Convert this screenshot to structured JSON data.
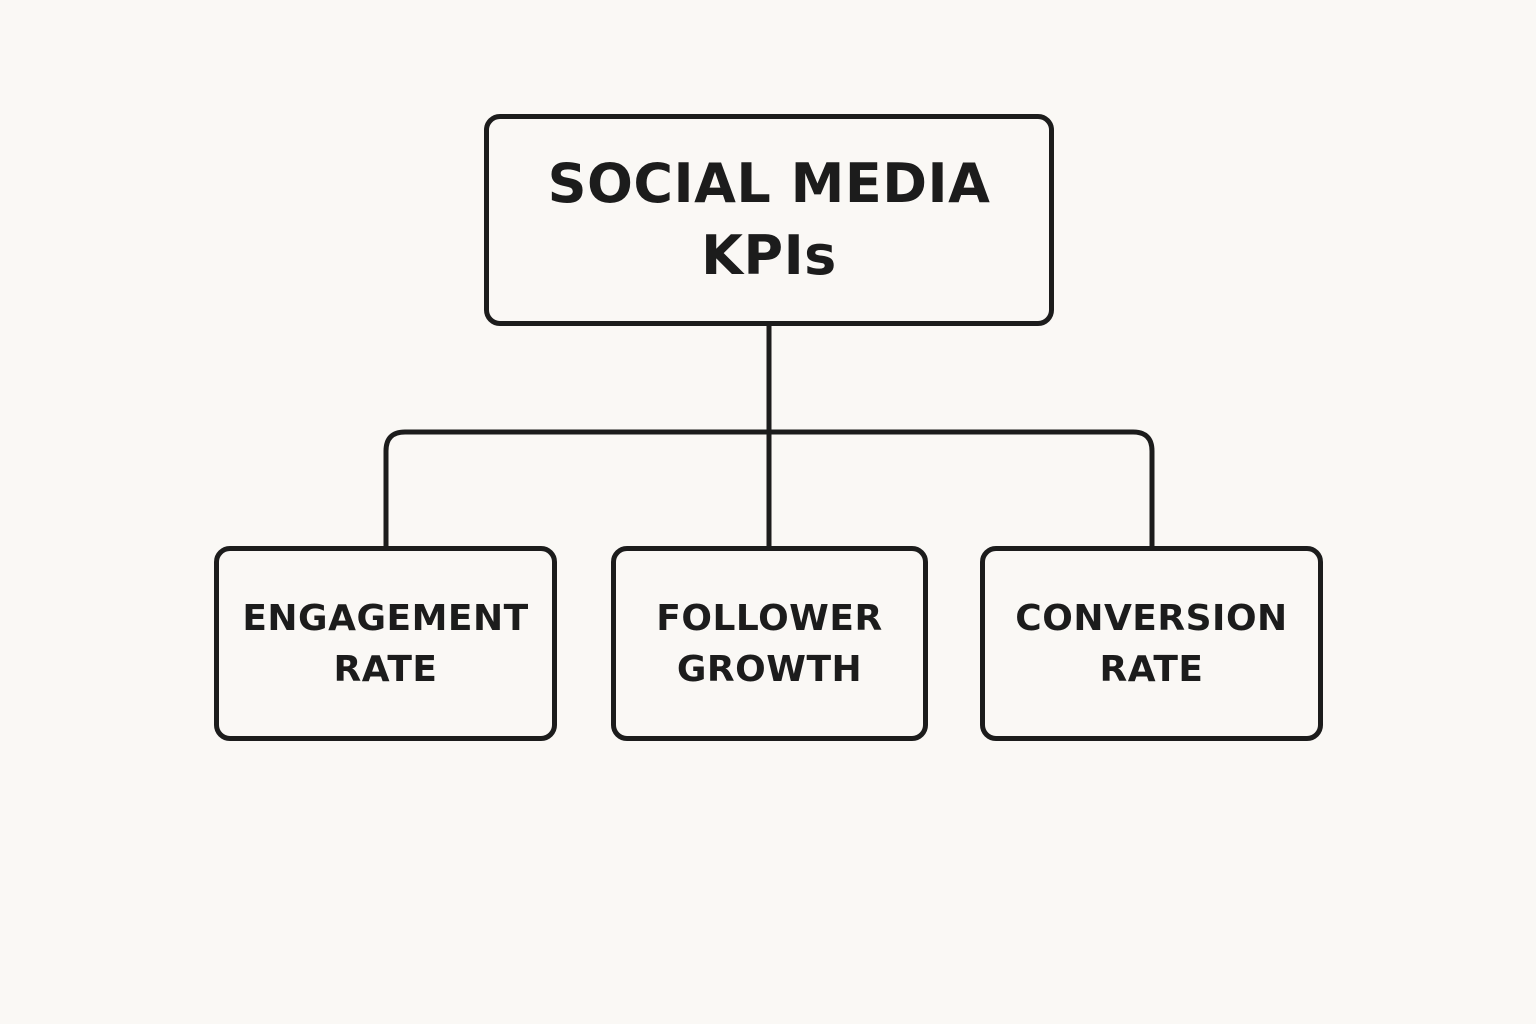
{
  "diagram": {
    "root": {
      "lines": [
        "SOCIAL MEDIA",
        "KPIs"
      ]
    },
    "children": [
      {
        "lines": [
          "ENGAGEMENT",
          "RATE"
        ]
      },
      {
        "lines": [
          "FOLLOWER",
          "GROWTH"
        ]
      },
      {
        "lines": [
          "CONVERSION",
          "RATE"
        ]
      }
    ]
  },
  "colors": {
    "background": "#FAF8F5",
    "stroke": "#1C1C1C",
    "text": "#1C1C1C"
  }
}
